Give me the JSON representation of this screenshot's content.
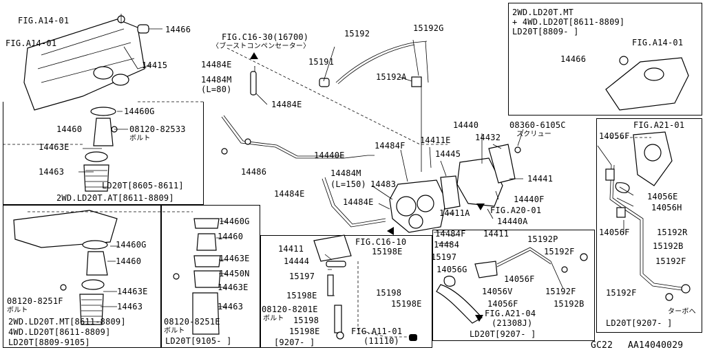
{
  "labels": {
    "fig_a14_top": "FIG.A14-01",
    "fig_a14_mid": "FIG.A14-01",
    "p14466": "14466",
    "p14415": "14415",
    "fig_c16_30": "FIG.C16-30(16700)",
    "fig_c16_30_sub": "〈ブーストコンペンセーター〉",
    "p14484e_a": "14484E",
    "p14484m_a": "14484M",
    "l80": "(L=80)",
    "p14484e_b": "14484E",
    "p15192": "15192",
    "p15192g": "15192G",
    "p15191": "15191",
    "p15192a": "15192A",
    "p14460g_a": "14460G",
    "p14460_a": "14460",
    "bolt_a_num": "08120-82533",
    "bolt_a_txt": "ボルト",
    "p14463e_a": "14463E",
    "p14463_a": "14463",
    "box_a_date": "LD20T[8605-8611]",
    "box_a_model": "2WD.LD20T.AT[8611-8809]",
    "p14486": "14486",
    "p14440e": "14440E",
    "p14484f_a": "14484F",
    "p14411e": "14411E",
    "p14445": "14445",
    "p14440": "14440",
    "p14432": "14432",
    "p08360": "08360-6105C",
    "screw": "スクリュー",
    "p14441": "14441",
    "p14440f": "14440F",
    "fig_a20": "FIG.A20-01",
    "p14440a": "14440A",
    "p14484m_b": "14484M",
    "l150": "(L=150)",
    "p14483": "14483",
    "p14484e_c": "14484E",
    "p14484e_d": "14484E",
    "p14411a": "14411A",
    "fig_c16_10": "FIG.C16-10",
    "p14484f_b": "14484F",
    "p14411_a": "14411",
    "p14484": "14484",
    "p15197_a": "15197",
    "p15198e_a": "15198E",
    "p15198": "15198",
    "p15198e_b": "15198E",
    "p14460g_b": "14460G",
    "p14460_b": "14460",
    "p14463e_b": "14463E",
    "p14450n": "14450N",
    "p14463e_c": "14463E",
    "p14463_b": "14463",
    "bolt_b_num": "08120-8251E",
    "bolt_b_txt": "ボルト",
    "box_c_date": "LD20T[9105-  ]",
    "p14460g_c": "14460G",
    "p14460_c": "14460",
    "p14463e_d": "14463E",
    "p14463_c": "14463",
    "bolt_c_num": "08120-8251F",
    "bolt_c_txt": "ボルト",
    "box_b_l1": "2WD.LD20T.MT[8611-8809]",
    "box_b_l2": "4WD.LD20T[8611-8809]",
    "box_b_l3": "LD20T[8809-9105]",
    "p14411_b": "14411",
    "p14444": "14444",
    "p15197_b": "15197",
    "p15198e_c": "15198E",
    "bolt_d_num": "08120-8201E",
    "bolt_d_txt": "ボルト",
    "p15198_b": "15198",
    "p15198e_d": "15198E",
    "box_d_date": "[9207-  ]",
    "fig_a11": "FIG.A11-01",
    "fig_a11_sub": "(11110)",
    "p15192p": "15192P",
    "p14056g": "14056G",
    "p14056f_a": "14056F",
    "p15192f_a": "15192F",
    "p14056v": "14056V",
    "p15192f_b": "15192F",
    "p14056f_b": "14056F",
    "p15192b_a": "15192B",
    "fig_a21_04": "FIG.A21-04",
    "fig_a21_04_sub": "(21308J)",
    "box_e_date": "LD20T[9207-  ]",
    "box_f_l1": "2WD.LD20T.MT",
    "box_f_l2": "+ 4WD.LD20T[8611-8809]",
    "box_f_l3": "LD20T[8809-  ]",
    "p14466_b": "14466",
    "fig_a14_box": "FIG.A14-01",
    "fig_a21_01": "FIG.A21-01",
    "p14056f_c": "14056F",
    "p14056e": "14056E",
    "p14056h": "14056H",
    "p14056f_d": "14056F",
    "p15192r": "15192R",
    "p15192b_b": "15192B",
    "p15192f_c": "15192F",
    "p15192f_d": "15192F",
    "turbo": "ターボへ",
    "box_g_date": "LD20T[9207-  ]",
    "code_gc": "GC22",
    "code_aa": "AA14040029"
  }
}
